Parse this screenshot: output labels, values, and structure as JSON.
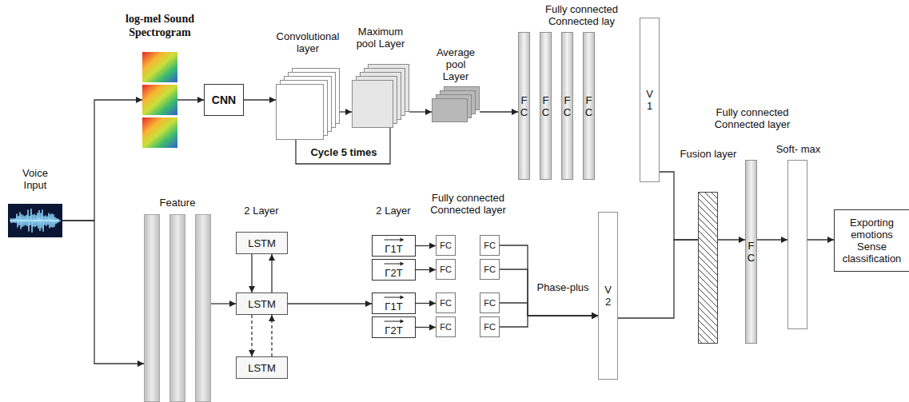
{
  "diagram": {
    "nodes": [
      {
        "text": [
          "Voice Input"
        ]
      },
      {
        "text": [
          "log-mel Sound Spectrogram"
        ]
      },
      {
        "text": [
          "CNN"
        ]
      },
      {
        "text": [
          "Convolutional layer"
        ]
      },
      {
        "text": [
          "Maximum pool Layer"
        ]
      },
      {
        "text": [
          "Average pool Layer"
        ]
      },
      {
        "text": [
          "F C"
        ]
      },
      {
        "text": [
          "F C"
        ]
      },
      {
        "text": [
          "F C"
        ]
      },
      {
        "text": [
          "F C"
        ]
      },
      {
        "text": [
          "V 1"
        ]
      },
      {
        "text": [
          "Feature"
        ]
      },
      {
        "text": [
          "LSTM"
        ]
      },
      {
        "text": [
          "LSTM"
        ]
      },
      {
        "text": [
          "LSTM"
        ]
      },
      {
        "text": [
          "Γ1T"
        ]
      },
      {
        "text": [
          "Γ2T"
        ]
      },
      {
        "text": [
          "Γ1T"
        ]
      },
      {
        "text": [
          "Γ2T"
        ]
      },
      {
        "text": [
          "FC"
        ]
      },
      {
        "text": [
          "FC"
        ]
      },
      {
        "text": [
          "FC"
        ]
      },
      {
        "text": [
          "FC"
        ]
      },
      {
        "text": [
          "FC"
        ]
      },
      {
        "text": [
          "FC"
        ]
      },
      {
        "text": [
          "FC"
        ]
      },
      {
        "text": [
          "FC"
        ]
      },
      {
        "text": [
          "V 2"
        ]
      },
      {
        "text": [
          "Fusion layer"
        ]
      },
      {
        "text": [
          "Fully connected Connected layer",
          "F C"
        ]
      },
      {
        "text": [
          "Soft- max"
        ]
      },
      {
        "text": [
          "Exporting emotions Sense classification"
        ]
      }
    ],
    "edges": [
      {
        "from": 0,
        "to": 1,
        "arrow": "to"
      },
      {
        "from": 0,
        "to": 11,
        "arrow": "to"
      },
      {
        "from": 1,
        "to": 2,
        "arrow": "to"
      },
      {
        "from": 2,
        "to": 3,
        "arrow": "to"
      },
      {
        "from": 3,
        "to": 4,
        "arrow": "to"
      },
      {
        "from": 4,
        "to": 5,
        "arrow": "to"
      },
      {
        "from": 5,
        "to": 6,
        "arrow": "to"
      },
      {
        "from": 4,
        "to": 3,
        "label": "Cycle 5 times",
        "arrow": "none"
      },
      {
        "from": 10,
        "to": 28,
        "arrow": "none"
      },
      {
        "from": 11,
        "to": 13,
        "arrow": "to"
      },
      {
        "from": 12,
        "to": 13,
        "arrow": "to"
      },
      {
        "from": 13,
        "to": 12,
        "arrow": "to"
      },
      {
        "from": 13,
        "to": 14,
        "arrow": "to"
      },
      {
        "from": 14,
        "to": 13,
        "arrow": "to"
      },
      {
        "from": 13,
        "to": 17,
        "arrow": "to"
      },
      {
        "from": 15,
        "to": 19,
        "arrow": "to"
      },
      {
        "from": 16,
        "to": 21,
        "arrow": "to"
      },
      {
        "from": 17,
        "to": 23,
        "arrow": "to"
      },
      {
        "from": 18,
        "to": 25,
        "arrow": "to"
      },
      {
        "from": 20,
        "to": 27,
        "arrow": "to"
      },
      {
        "from": 22,
        "to": 27,
        "arrow": "to"
      },
      {
        "from": 24,
        "to": 27,
        "arrow": "to"
      },
      {
        "from": 26,
        "to": 27,
        "arrow": "to"
      },
      {
        "from": 27,
        "to": 28,
        "arrow": "none"
      },
      {
        "from": 28,
        "to": 29,
        "arrow": "to"
      },
      {
        "from": 29,
        "to": 30,
        "arrow": "to"
      },
      {
        "from": 30,
        "to": 31,
        "arrow": "to"
      }
    ],
    "labels": [
      "Fully connected Connected lay",
      "2 Layer",
      "2 Layer",
      "Fully connected Connected layer",
      "Phase-plus"
    ]
  }
}
